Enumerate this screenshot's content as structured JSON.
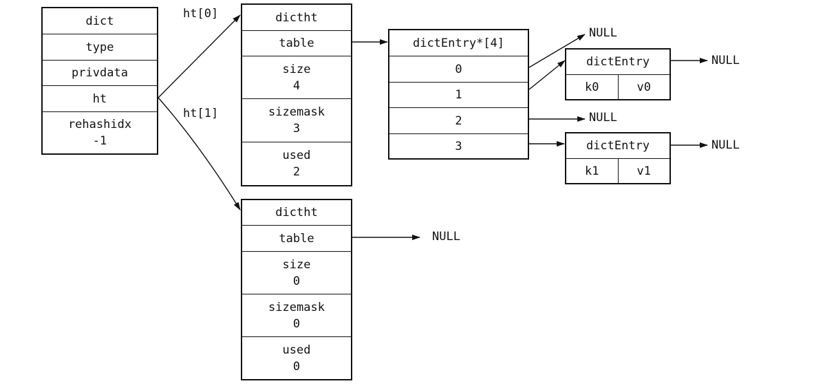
{
  "dict": {
    "fields": [
      "dict",
      "type",
      "privdata",
      "ht"
    ],
    "rehash": {
      "name": "rehashidx",
      "value": "-1"
    }
  },
  "labels": {
    "ht0": "ht[0]",
    "ht1": "ht[1]"
  },
  "ht0": {
    "title": "dictht",
    "table": "table",
    "size": {
      "name": "size",
      "value": "4"
    },
    "sizemask": {
      "name": "sizemask",
      "value": "3"
    },
    "used": {
      "name": "used",
      "value": "2"
    }
  },
  "ht1": {
    "title": "dictht",
    "table": "table",
    "size": {
      "name": "size",
      "value": "0"
    },
    "sizemask": {
      "name": "sizemask",
      "value": "0"
    },
    "used": {
      "name": "used",
      "value": "0"
    }
  },
  "array": {
    "title": "dictEntry*[4]",
    "slots": [
      "0",
      "1",
      "2",
      "3"
    ]
  },
  "entry0": {
    "title": "dictEntry",
    "key": "k0",
    "value": "v0"
  },
  "entry1": {
    "title": "dictEntry",
    "key": "k1",
    "value": "v1"
  },
  "null": "NULL",
  "colors": {
    "stroke": "#111111",
    "background": "#ffffff"
  }
}
